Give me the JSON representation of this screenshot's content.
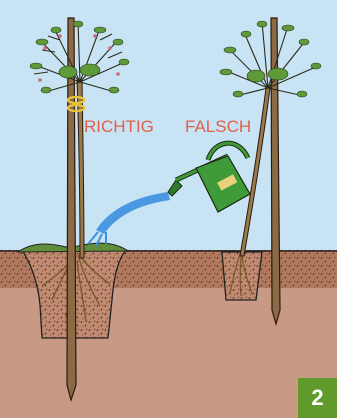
{
  "labels": {
    "correct": "RICHTIG",
    "wrong": "FALSCH"
  },
  "step": {
    "number": "2"
  },
  "colors": {
    "sky": "#c8e4f4",
    "soil_top": "#b27a5f",
    "soil_bottom": "#c89a86",
    "label_text": "#e0614a",
    "badge": "#5f9a2a",
    "watering_can": "#3f9a3a",
    "water": "#3c8ee0",
    "stake": "#7b5d3c"
  }
}
